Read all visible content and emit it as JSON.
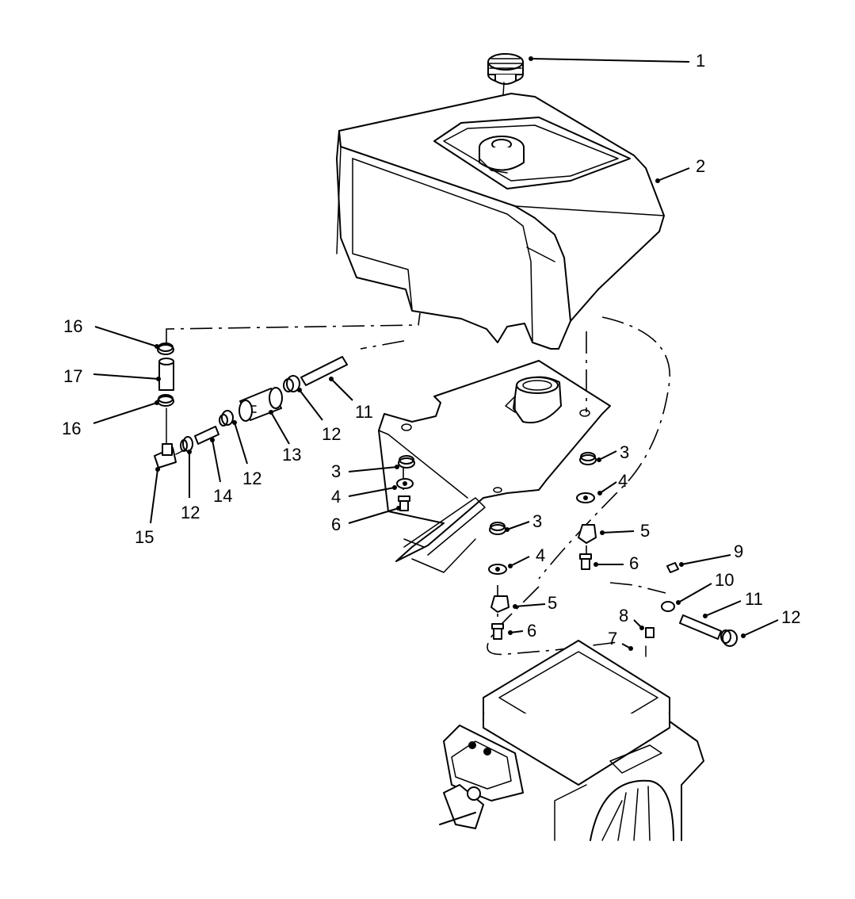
{
  "diagram": {
    "callouts": [
      {
        "id": "c1",
        "label": "1"
      },
      {
        "id": "c2",
        "label": "2"
      },
      {
        "id": "c3a",
        "label": "3"
      },
      {
        "id": "c3b",
        "label": "3"
      },
      {
        "id": "c3c",
        "label": "3"
      },
      {
        "id": "c4a",
        "label": "4"
      },
      {
        "id": "c4b",
        "label": "4"
      },
      {
        "id": "c4c",
        "label": "4"
      },
      {
        "id": "c5a",
        "label": "5"
      },
      {
        "id": "c5b",
        "label": "5"
      },
      {
        "id": "c6a",
        "label": "6"
      },
      {
        "id": "c6b",
        "label": "6"
      },
      {
        "id": "c6c",
        "label": "6"
      },
      {
        "id": "c7",
        "label": "7"
      },
      {
        "id": "c8",
        "label": "8"
      },
      {
        "id": "c9",
        "label": "9"
      },
      {
        "id": "c10",
        "label": "10"
      },
      {
        "id": "c11a",
        "label": "11"
      },
      {
        "id": "c11b",
        "label": "11"
      },
      {
        "id": "c12a",
        "label": "12"
      },
      {
        "id": "c12b",
        "label": "12"
      },
      {
        "id": "c12c",
        "label": "12"
      },
      {
        "id": "c12d",
        "label": "12"
      },
      {
        "id": "c13",
        "label": "13"
      },
      {
        "id": "c14",
        "label": "14"
      },
      {
        "id": "c15",
        "label": "15"
      },
      {
        "id": "c16a",
        "label": "16"
      },
      {
        "id": "c16b",
        "label": "16"
      },
      {
        "id": "c17",
        "label": "17"
      }
    ]
  }
}
